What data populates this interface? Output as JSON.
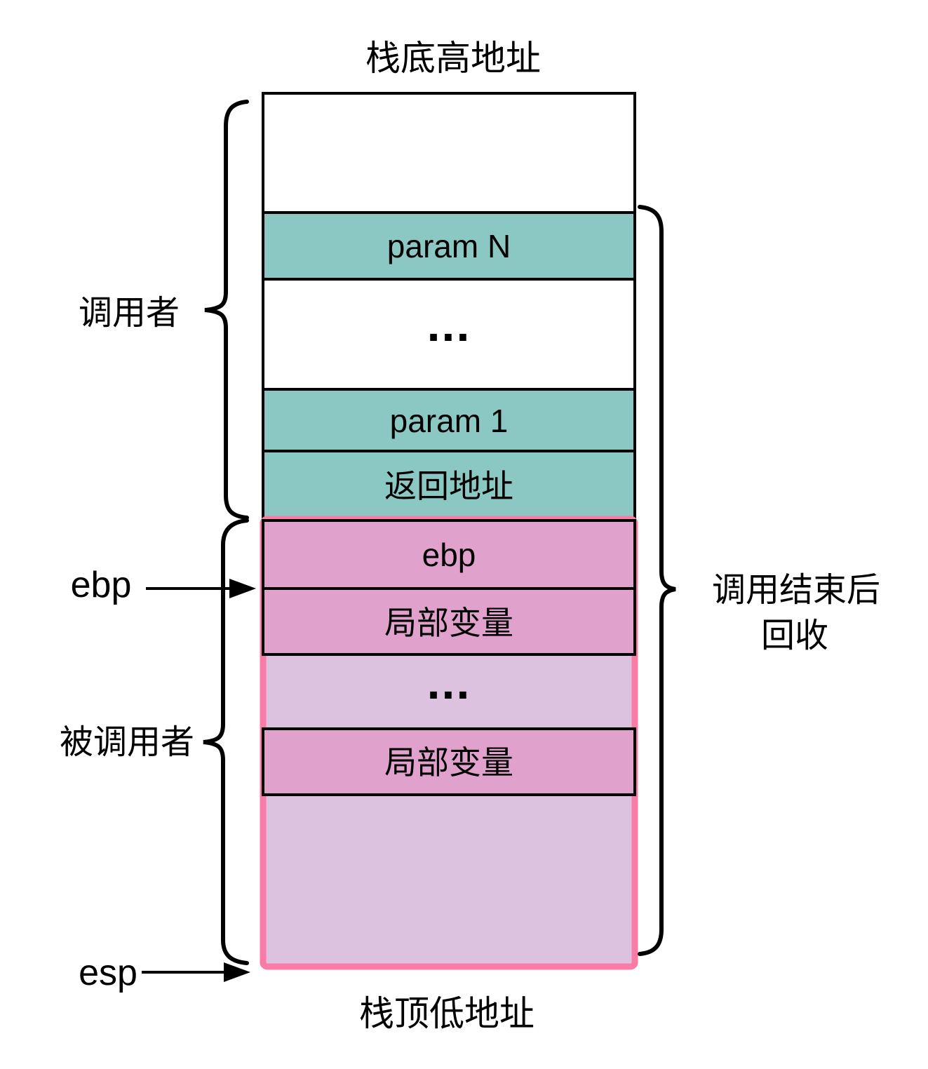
{
  "colors": {
    "teal": "#8CC8C3",
    "pink_dark": "#E0A2CD",
    "pink_light": "#DCC2DE",
    "pink_border": "#FA7CA6",
    "outline": "#000000",
    "background": "#FFFFFF"
  },
  "top_label": "栈底高地址",
  "bottom_label": "栈顶低地址",
  "stack_blocks": {
    "param_n": "param N",
    "caller_dots": "...",
    "param_1": "param 1",
    "return_address": "返回地址",
    "saved_ebp": "ebp",
    "local_var_1": "局部变量",
    "callee_dots": "...",
    "local_var_2": "局部变量"
  },
  "side_labels": {
    "caller": "调用者",
    "callee": "被调用者",
    "ebp_register": "ebp",
    "esp_register": "esp"
  },
  "right_label": {
    "line1": "调用结束后",
    "line2": "回收"
  }
}
